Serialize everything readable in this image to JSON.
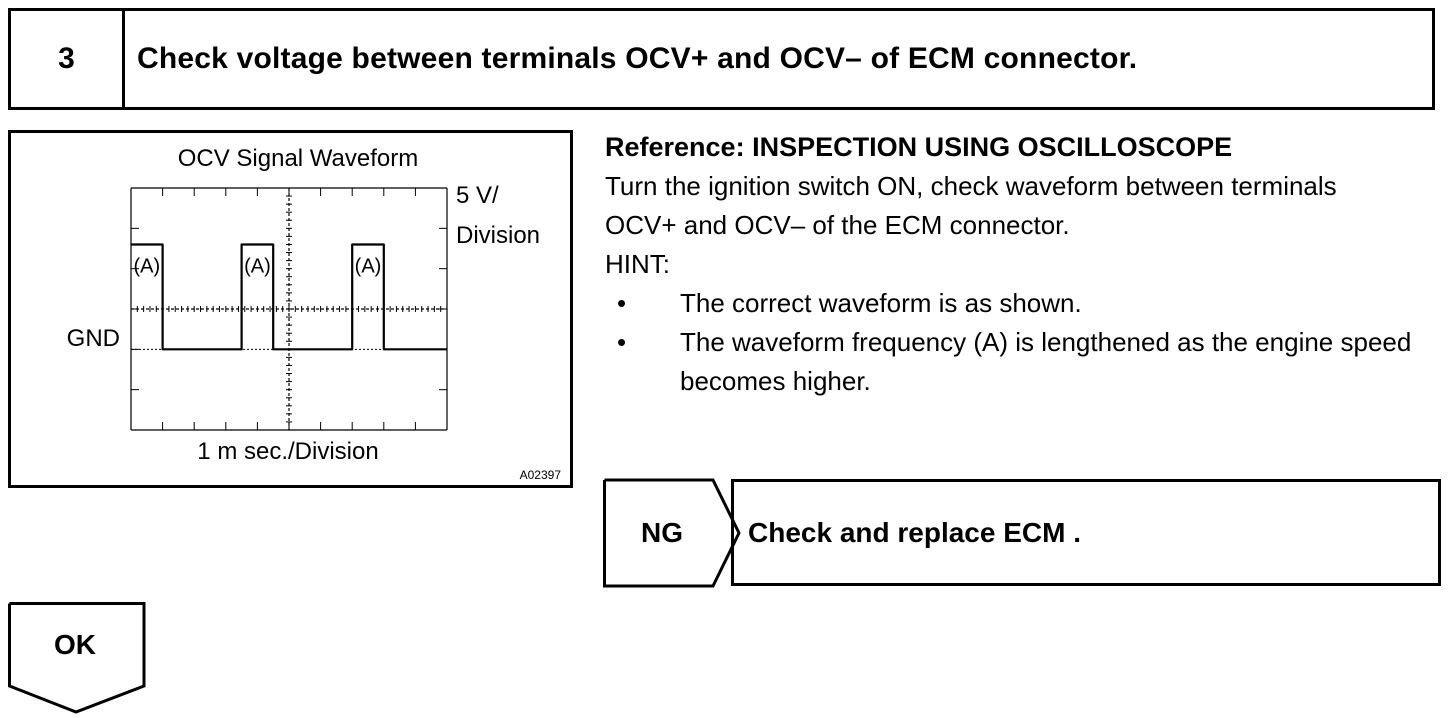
{
  "step": {
    "number": "3",
    "title": "Check voltage between terminals OCV+ and OCV– of ECM connector."
  },
  "figure": {
    "title": "OCV Signal Waveform",
    "volts_label_1": "5 V/",
    "volts_label_2": "Division",
    "gnd_label": "GND",
    "time_label": "1 m sec./Division",
    "pulse_label": "(A)",
    "code": "A02397",
    "chart_data": {
      "type": "line",
      "title": "OCV Signal Waveform",
      "xlabel": "1 m sec./Division",
      "ylabel": "5 V/ Division",
      "grid_divisions": {
        "x": 10,
        "y": 6
      },
      "reference_label": "GND",
      "pulse_annotation": "(A)",
      "x_unit": "division",
      "y_unit": "division above GND",
      "series": [
        {
          "points": [
            [
              0.0,
              2.6
            ],
            [
              1.0,
              2.6
            ],
            [
              1.0,
              0.0
            ],
            [
              3.5,
              0.0
            ],
            [
              3.5,
              2.6
            ],
            [
              4.5,
              2.6
            ],
            [
              4.5,
              0.0
            ],
            [
              7.0,
              0.0
            ],
            [
              7.0,
              2.6
            ],
            [
              8.0,
              2.6
            ],
            [
              8.0,
              0.0
            ],
            [
              10.0,
              0.0
            ]
          ]
        }
      ]
    }
  },
  "reference": {
    "title": "Reference: INSPECTION USING OSCILLOSCOPE",
    "line1": "Turn the ignition switch ON, check waveform between terminals",
    "line2": "OCV+ and OCV– of the ECM connector.",
    "hint_label": "HINT:",
    "bullet_char": "•",
    "hints": [
      "The correct waveform is as shown.",
      "The waveform frequency (A) is lengthened as the engine speed becomes higher."
    ]
  },
  "ng": {
    "label": "NG",
    "action": "Check and replace ECM ."
  },
  "ok": {
    "label": "OK"
  }
}
